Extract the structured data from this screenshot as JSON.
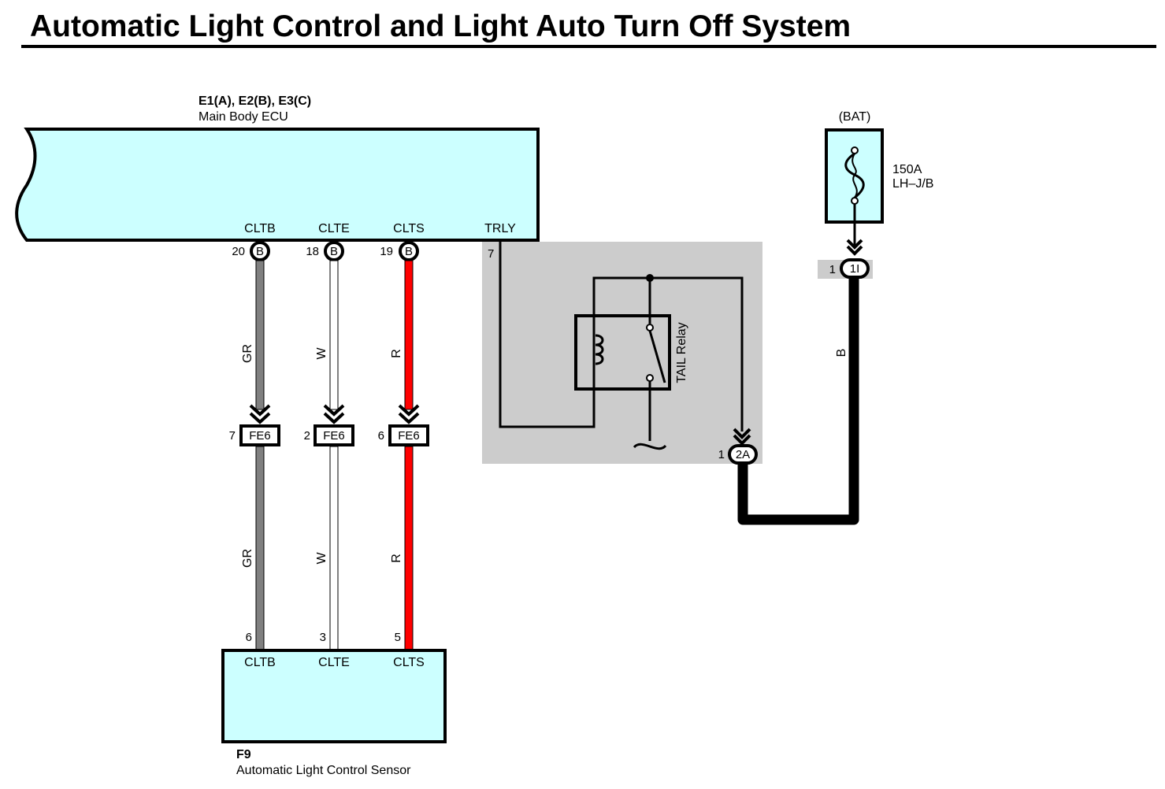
{
  "title": "Automatic Light Control and Light Auto Turn Off System",
  "ecu": {
    "connectors": "E1(A), E2(B), E3(C)",
    "name": "Main Body ECU",
    "terminals": [
      {
        "label": "CLTB",
        "pin": "20",
        "conn": "B"
      },
      {
        "label": "CLTE",
        "pin": "18",
        "conn": "B"
      },
      {
        "label": "CLTS",
        "pin": "19",
        "conn": "B"
      },
      {
        "label": "TRLY",
        "pin": "7"
      }
    ]
  },
  "wires": [
    {
      "color_code": "GR",
      "color": "#808080"
    },
    {
      "color_code": "W",
      "color": "#ffffff"
    },
    {
      "color_code": "R",
      "color": "#ff0000"
    }
  ],
  "junction": {
    "name": "FE6",
    "pins": [
      "7",
      "2",
      "6"
    ]
  },
  "sensor": {
    "connector": "F9",
    "name": "Automatic Light Control Sensor",
    "terminals": [
      {
        "label": "CLTB",
        "pin": "6"
      },
      {
        "label": "CLTE",
        "pin": "3"
      },
      {
        "label": "CLTS",
        "pin": "5"
      }
    ]
  },
  "relay": {
    "name": "TAIL Relay",
    "out_pin": "1",
    "out_conn": "2A"
  },
  "fuse": {
    "source": "(BAT)",
    "rating": "150A",
    "location": "LH–J/B",
    "pin": "1",
    "conn": "1I"
  },
  "battery_wire": {
    "color_code": "B",
    "color": "#000000"
  },
  "colors": {
    "ecu_fill": "#ccffff",
    "relay_bg": "#cccccc",
    "line": "#000000"
  }
}
